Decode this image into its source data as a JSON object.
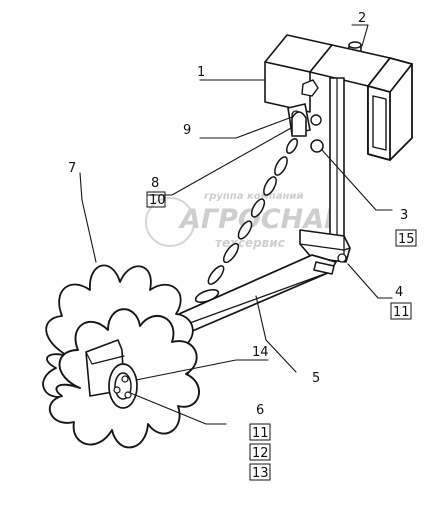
{
  "labels": {
    "l1": "1",
    "l2": "2",
    "l3": "3",
    "l4": "4",
    "l5": "5",
    "l6": "6",
    "l7": "7",
    "l8": "8",
    "l9": "9",
    "l10": "10",
    "l11a": "11",
    "l11b": "11",
    "l12": "12",
    "l13": "13",
    "l14": "14",
    "l15": "15"
  },
  "watermark": {
    "line1": "группа компаний",
    "line2": "АГРОСНАБ",
    "line3": "техсервис"
  }
}
